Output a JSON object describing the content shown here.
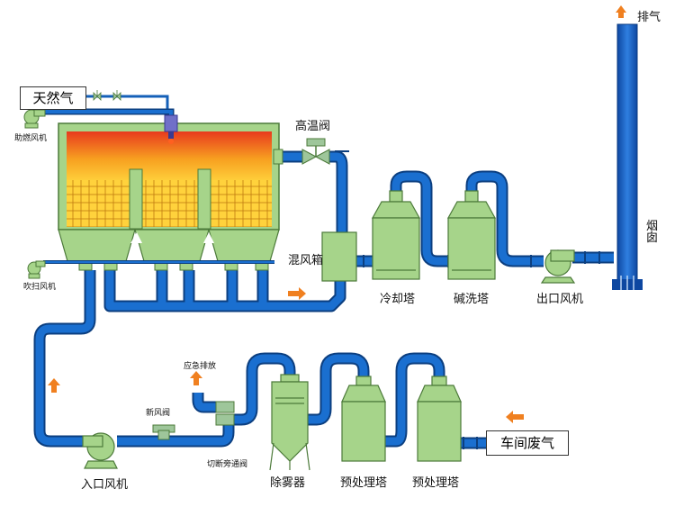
{
  "labels": {
    "natural_gas": "天然气",
    "combustion_fan": "助燃风机",
    "purge_fan": "吹扫风机",
    "high_temp_valve": "高温阀",
    "mixing_box": "混风箱",
    "cooling_tower": "冷却塔",
    "alkali_wash_tower": "碱洗塔",
    "outlet_fan": "出口风机",
    "chimney": "烟囱",
    "exhaust": "排气",
    "emergency_discharge": "应急排放",
    "fresh_air_valve": "新风阀",
    "bypass_valve": "切断旁通阀",
    "inlet_fan": "入口风机",
    "demister": "除雾器",
    "pretreatment_tower_1": "预处理塔",
    "pretreatment_tower_2": "预处理塔",
    "workshop_gas": "车间废气"
  },
  "colors": {
    "pipe": "#1560b8",
    "pipe_dark": "#0c3f80",
    "equipment": "#a6d48a",
    "equipment_dark": "#4c7a3a",
    "flame_top": "#e83a1e",
    "flame_bottom": "#ffd23c",
    "flow_arrow": "#f08020",
    "chimney": "#1565c0",
    "valve": "#9ec69a",
    "burner": "#7070c8"
  },
  "icons": [
    "flow-arrow-icon",
    "valve-icon",
    "fan-icon",
    "burner-icon"
  ]
}
